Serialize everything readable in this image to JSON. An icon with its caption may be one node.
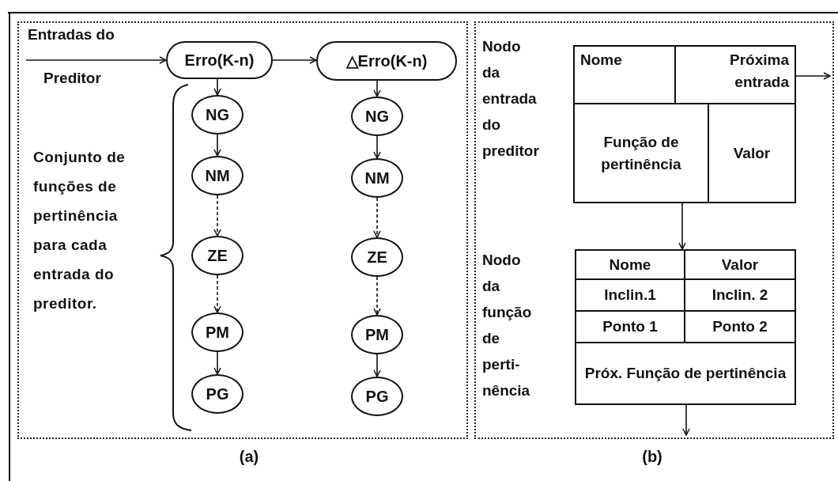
{
  "diagram": {
    "nodes": [
      {
        "text": [],
        "shape": "box",
        "beside": [
          "(a)"
        ]
      },
      {
        "text": [
          "Entradas do",
          "Preditor"
        ],
        "in": 0
      },
      {
        "text": [
          "Erro(K-n)"
        ],
        "in": 0
      },
      {
        "text": [
          "△Erro(K-n)"
        ],
        "in": 0
      },
      {
        "text": [
          "NG"
        ],
        "in": 0
      },
      {
        "text": [
          "NM"
        ],
        "in": 0
      },
      {
        "text": [
          "ZE"
        ],
        "in": 0
      },
      {
        "text": [
          "PM"
        ],
        "in": 0
      },
      {
        "text": [
          "PG"
        ],
        "in": 0
      },
      {
        "text": [
          "NG"
        ],
        "in": 0
      },
      {
        "text": [
          "NM"
        ],
        "in": 0
      },
      {
        "text": [
          "ZE"
        ],
        "in": 0
      },
      {
        "text": [
          "PM"
        ],
        "in": 0
      },
      {
        "text": [
          "PG"
        ],
        "in": 0
      },
      {
        "text": [
          "Conjunto de funções de pertinência para cada entrada do preditor."
        ],
        "in": 0
      },
      {
        "text": [],
        "shape": "box",
        "beside": [
          "(b)"
        ]
      },
      {
        "text": [
          "Nodo da entrada do preditor"
        ],
        "in": 15
      },
      {
        "text": [],
        "shape": "box",
        "in": 15
      },
      {
        "text": [
          "Nome"
        ],
        "in": 17
      },
      {
        "text": [
          "Próxima entrada"
        ],
        "in": 17
      },
      {
        "text": [
          "Função de pertinência"
        ],
        "in": 17
      },
      {
        "text": [
          "Valor"
        ],
        "in": 17
      },
      {
        "text": [
          "Nodo da função de perti-nência"
        ],
        "in": 15
      },
      {
        "text": [],
        "shape": "box",
        "in": 15
      },
      {
        "text": [
          "Nome"
        ],
        "in": 23
      },
      {
        "text": [
          "Valor"
        ],
        "in": 23
      },
      {
        "text": [
          "Inclin.1"
        ],
        "in": 23
      },
      {
        "text": [
          "Inclin. 2"
        ],
        "in": 23
      },
      {
        "text": [
          "Ponto 1"
        ],
        "in": 23
      },
      {
        "text": [
          "Ponto 2"
        ],
        "in": 23
      },
      {
        "text": [
          "Próx. Função de pertinência"
        ],
        "in": 23
      }
    ],
    "edges": [
      {
        "from": 1,
        "to": 2,
        "arrow": "to"
      },
      {
        "from": 2,
        "to": 3,
        "arrow": "to"
      },
      {
        "from": 2,
        "to": 4,
        "arrow": "to"
      },
      {
        "from": 4,
        "to": 5,
        "arrow": "to"
      },
      {
        "from": 5,
        "to": 6,
        "arrow": "to",
        "style": "dashed"
      },
      {
        "from": 6,
        "to": 7,
        "arrow": "to",
        "style": "dashed"
      },
      {
        "from": 7,
        "to": 8,
        "arrow": "to"
      },
      {
        "from": 3,
        "to": 9,
        "arrow": "to"
      },
      {
        "from": 9,
        "to": 10,
        "arrow": "to"
      },
      {
        "from": 10,
        "to": 11,
        "arrow": "to",
        "style": "dashed"
      },
      {
        "from": 11,
        "to": 12,
        "arrow": "to",
        "style": "dashed"
      },
      {
        "from": 12,
        "to": 13,
        "arrow": "to"
      },
      {
        "from": 19,
        "to": null,
        "arrow": "to"
      },
      {
        "from": 20,
        "to": 23,
        "arrow": "to"
      },
      {
        "from": 30,
        "to": null,
        "arrow": "to"
      }
    ]
  }
}
